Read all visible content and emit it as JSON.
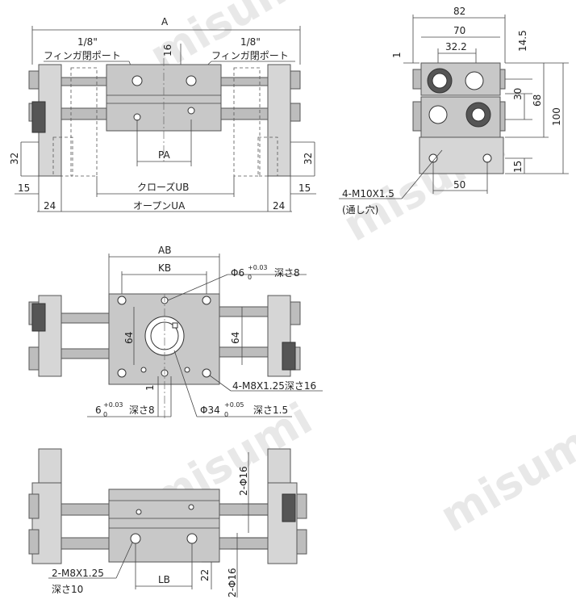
{
  "watermark": "misumi",
  "top_view": {
    "dim_A": "A",
    "port_left_size": "1/8\"",
    "port_left_label": "フィンガ閉ポート",
    "port_right_size": "1/8\"",
    "port_right_label": "フィンガ閉ポート",
    "dim_16": "16",
    "dim_PA": "PA",
    "dim_32_left": "32",
    "dim_32_right": "32",
    "dim_15_left": "15",
    "dim_15_right": "15",
    "dim_closed": "クローズUB",
    "dim_24_left": "24",
    "dim_24_right": "24",
    "dim_open": "オープンUA"
  },
  "side_view": {
    "dim_82": "82",
    "dim_70": "70",
    "dim_32_2": "32.2",
    "dim_14_5": "14.5",
    "dim_1": "1",
    "dim_30": "30",
    "dim_68": "68",
    "dim_100": "100",
    "dim_15": "15",
    "dim_50": "50",
    "thread_label": "4-M10X1.5",
    "thread_note": "(通し穴)"
  },
  "bottom_view": {
    "dim_AB": "AB",
    "dim_KB": "KB",
    "pin_hole_label": "Φ6",
    "pin_hole_tol": "+0.03",
    "pin_hole_tol_low": "0",
    "pin_hole_depth": "深さ8",
    "dim_64_left": "64",
    "dim_64_right": "64",
    "dim_1": "1",
    "tap_label": "4-M8X1.25深さ16",
    "slot_label": "6",
    "slot_tol": "+0.03",
    "slot_tol_low": "0",
    "slot_depth": "深さ8",
    "bore_label": "Φ34",
    "bore_tol": "+0.05",
    "bore_tol_low": "0",
    "bore_depth": "深さ1.5"
  },
  "front_view": {
    "dim_2_phi16_top": "2-Φ16",
    "dim_2_phi16_bottom": "2-Φ16",
    "tap_label": "2-M8X1.25",
    "tap_depth": "深さ10",
    "dim_LB": "LB",
    "dim_22": "22"
  }
}
